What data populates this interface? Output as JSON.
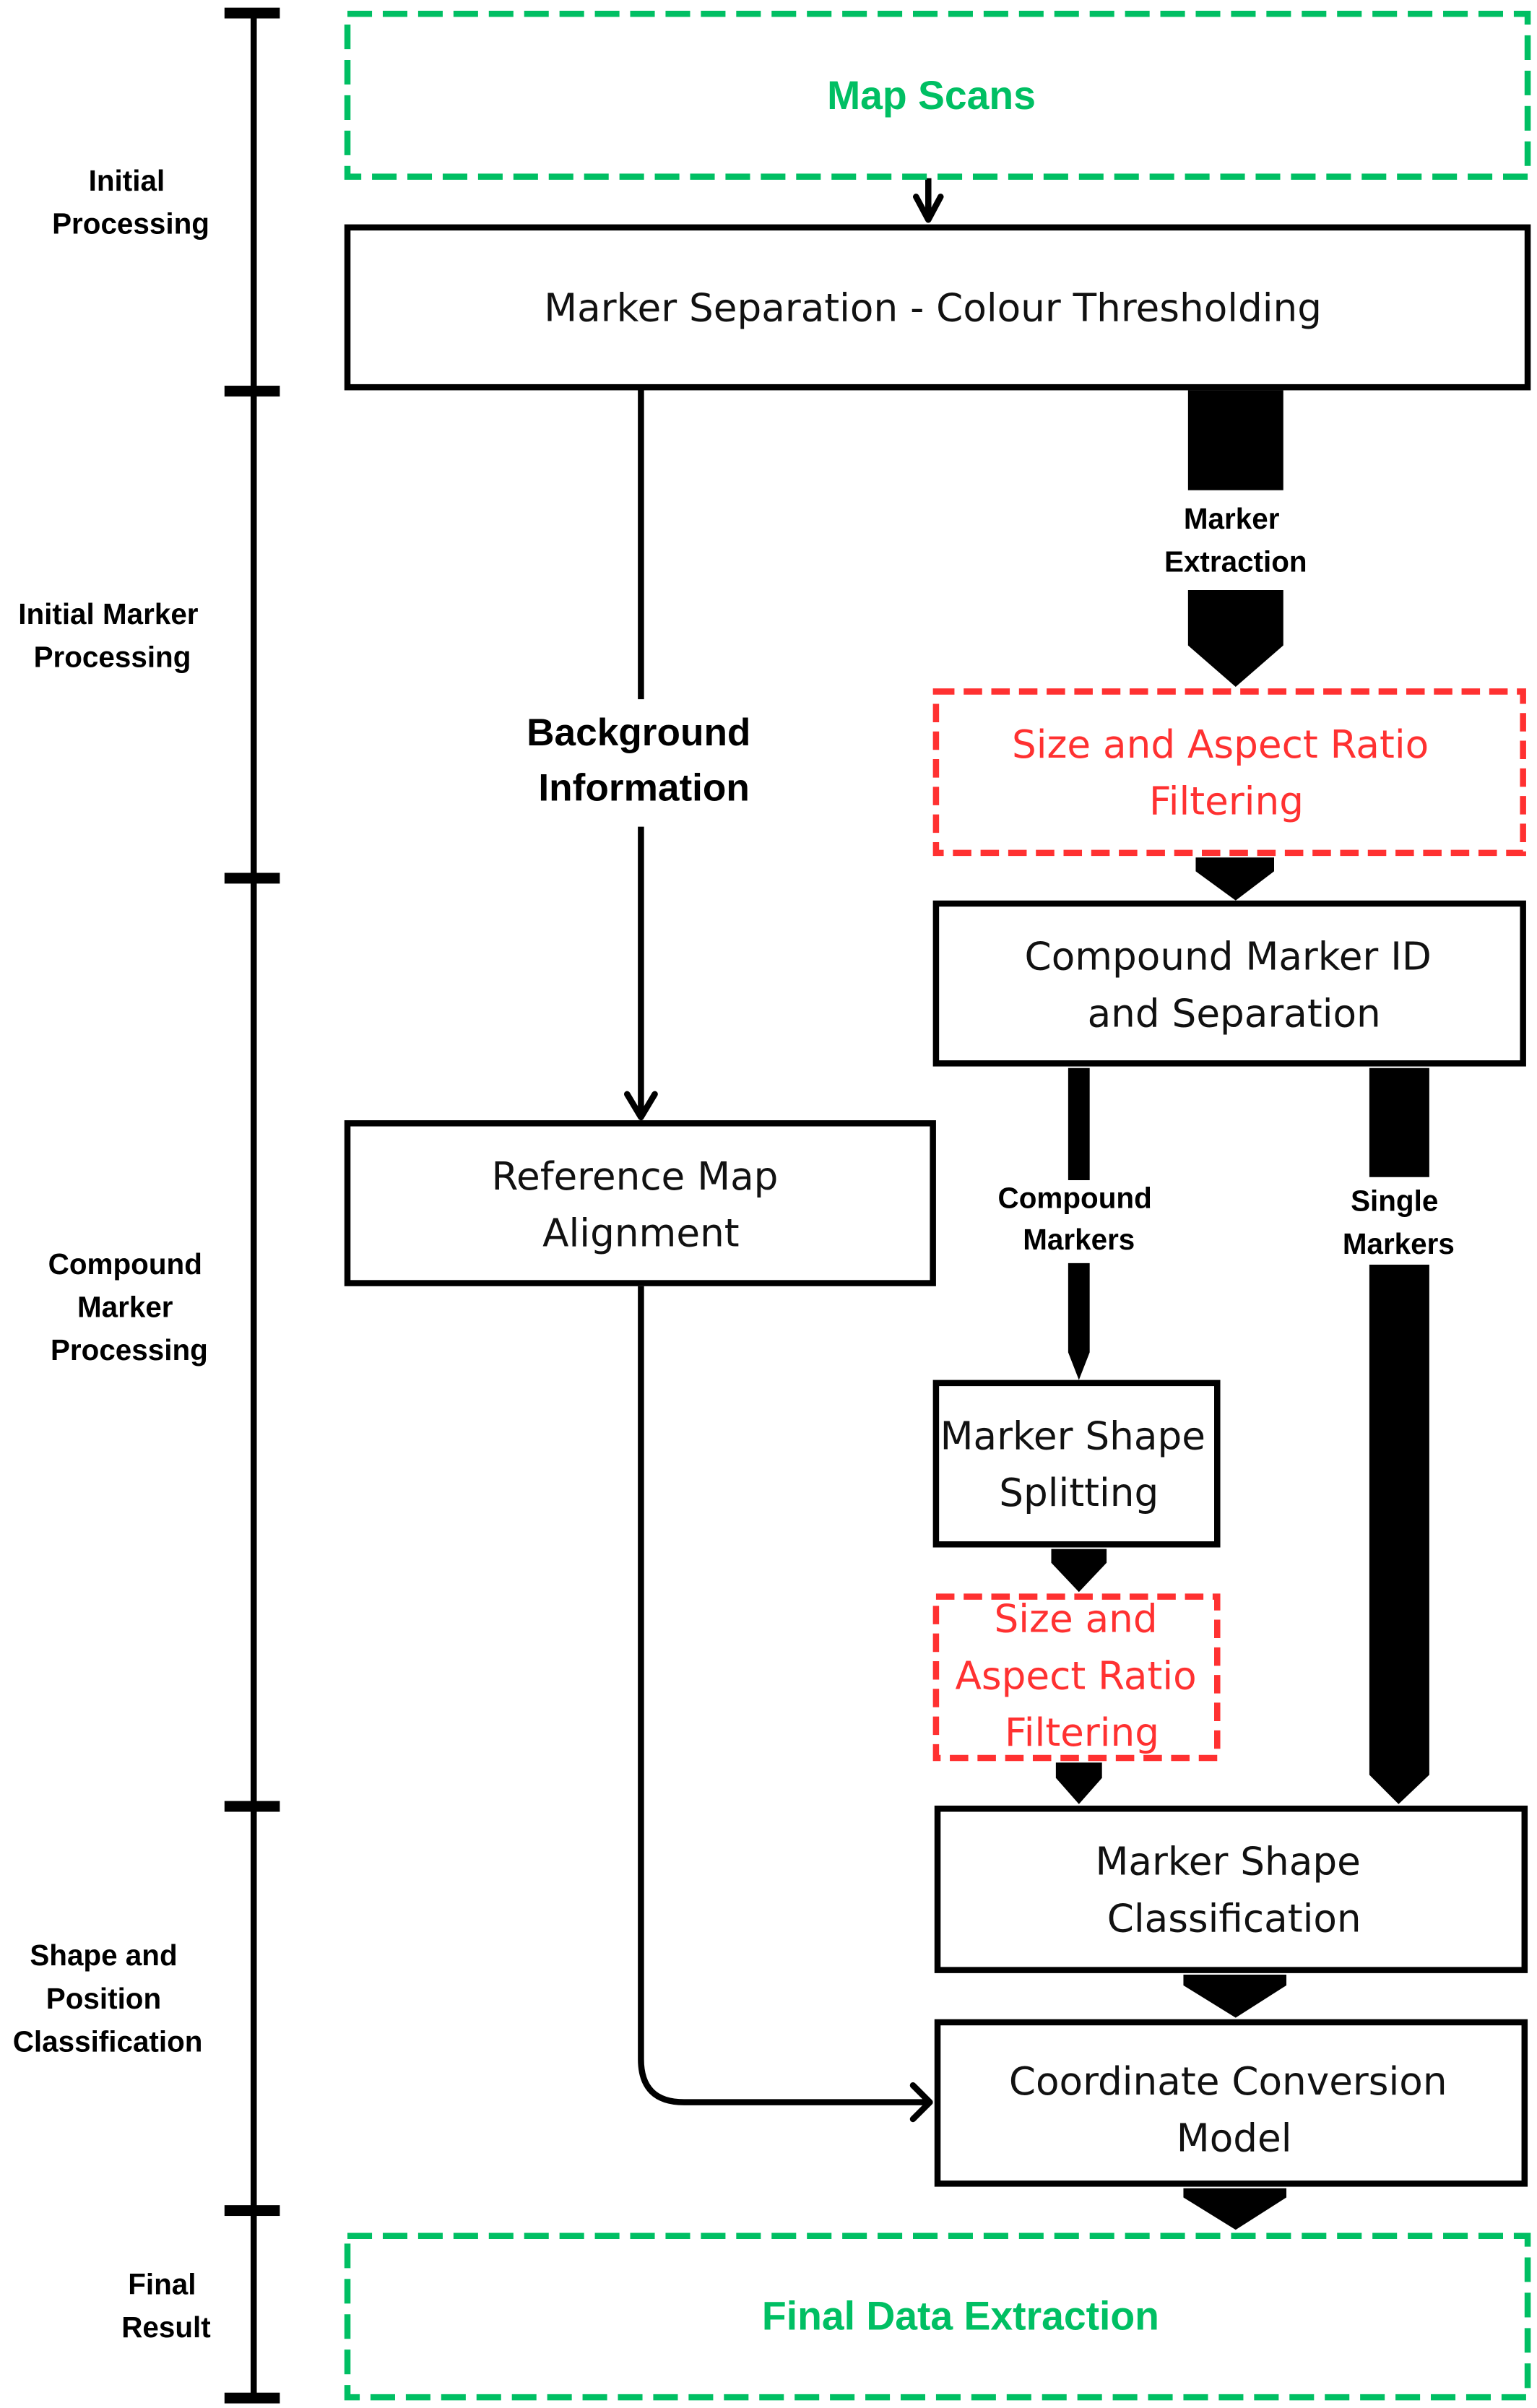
{
  "colors": {
    "io_green": "#00bf63",
    "filter_red": "#ff3131",
    "ink": "#000000"
  },
  "stages": [
    {
      "lines": [
        "Initial",
        "Processing"
      ]
    },
    {
      "lines": [
        "Initial Marker",
        "Processing"
      ]
    },
    {
      "lines": [
        "Compound",
        "Marker",
        "Processing"
      ]
    },
    {
      "lines": [
        "Shape and",
        "Position",
        "Classification"
      ]
    },
    {
      "lines": [
        "Final",
        "Result"
      ]
    }
  ],
  "nodes": {
    "map_scans": {
      "lines": [
        "Map Scans"
      ],
      "style": "input"
    },
    "marker_separation": {
      "lines": [
        "Marker Separation - Colour Thresholding"
      ]
    },
    "size_filter_1": {
      "lines": [
        "Size and Aspect Ratio",
        "Filtering"
      ],
      "style": "filter"
    },
    "compound_id": {
      "lines": [
        "Compound Marker ID",
        "and Separation"
      ]
    },
    "reference_alignment": {
      "lines": [
        "Reference Map",
        "Alignment"
      ]
    },
    "shape_splitting": {
      "lines": [
        "Marker Shape",
        "Splitting"
      ]
    },
    "size_filter_2": {
      "lines": [
        "Size and",
        "Aspect Ratio",
        "Filtering"
      ],
      "style": "filter"
    },
    "shape_classification": {
      "lines": [
        "Marker Shape",
        "Classification"
      ]
    },
    "coordinate_conversion": {
      "lines": [
        "Coordinate Conversion",
        "Model"
      ]
    },
    "final_extraction": {
      "lines": [
        "Final Data Extraction"
      ],
      "style": "output"
    }
  },
  "edges": {
    "background_information": {
      "lines": [
        "Background",
        "Information"
      ]
    },
    "marker_extraction": {
      "lines": [
        "Marker",
        "Extraction"
      ]
    },
    "compound_markers": {
      "lines": [
        "Compound",
        "Markers"
      ]
    },
    "single_markers": {
      "lines": [
        "Single",
        "Markers"
      ]
    }
  }
}
